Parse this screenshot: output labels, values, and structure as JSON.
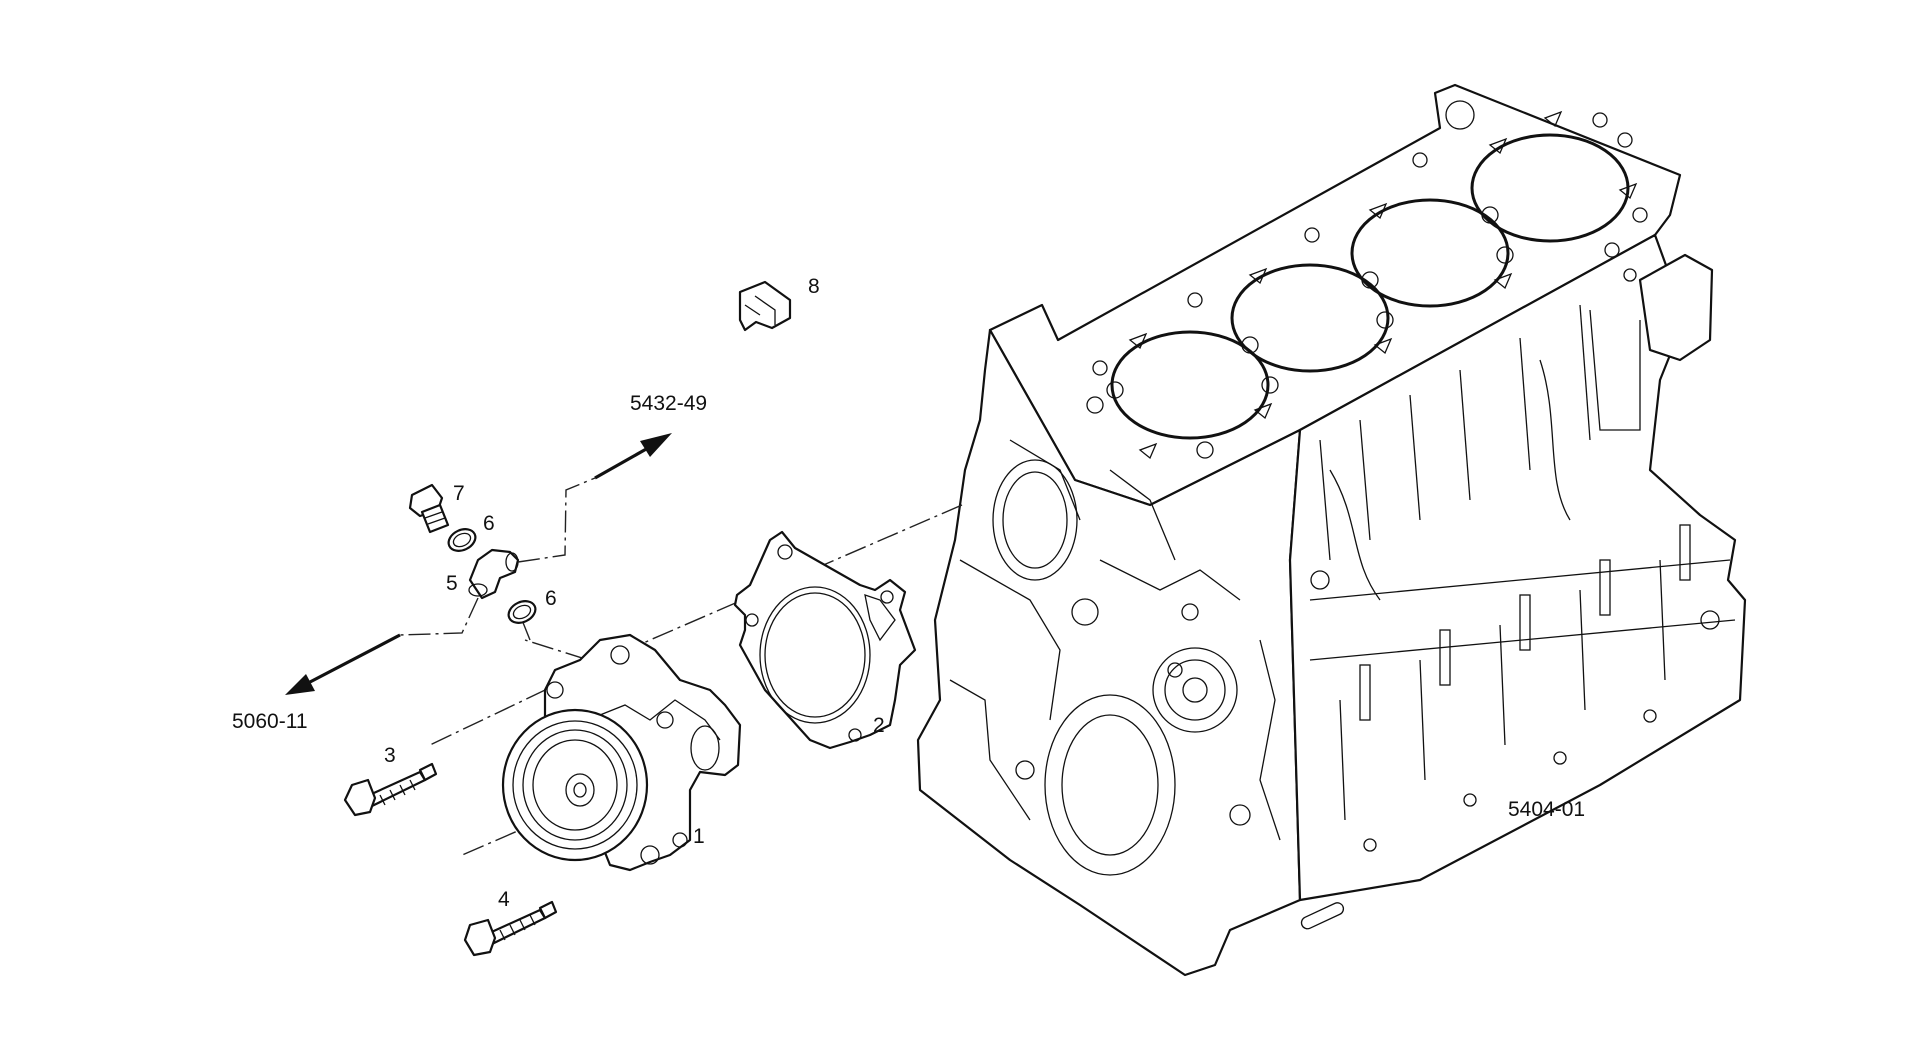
{
  "labels": {
    "part_1": "1",
    "part_2": "2",
    "part_3": "3",
    "part_4": "4",
    "part_5": "5",
    "part_6_upper": "6",
    "part_6_lower": "6",
    "part_7": "7",
    "part_8": "8",
    "ref_5432_49": "5432-49",
    "ref_5060_11": "5060-11",
    "ref_5404_01": "5404-01"
  }
}
